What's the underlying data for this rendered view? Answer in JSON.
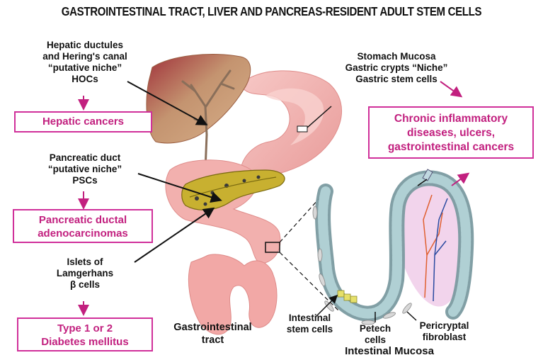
{
  "title": "GASTROINTESTINAL TRACT, LIVER AND PANCREAS-RESIDENT ADULT STEM CELLS",
  "liver_label": [
    "Hepatic ductules",
    "and Hering's canal",
    "“putative niche”",
    "HOCs"
  ],
  "hepatic_outcome": "Hepatic cancers",
  "pancreas_label": [
    "Pancreatic duct",
    "“putative niche”",
    "PSCs"
  ],
  "pancreas_outcome": [
    "Pancreatic ductal",
    "adenocarcinomas"
  ],
  "islets_label": [
    "Islets of",
    "Lamgerhans",
    "β cells"
  ],
  "islets_outcome": [
    "Type 1 or 2",
    "Diabetes mellitus"
  ],
  "stomach_label": [
    "Stomach Mucosa",
    "Gastric crypts “Niche”",
    "Gastric stem cells"
  ],
  "gi_outcome": [
    "Chronic inflammatory",
    "diseases, ulcers,",
    "gastrointestinal cancers"
  ],
  "gi_tract_label": [
    "Gastrointestinal",
    "tract"
  ],
  "intestinal_stem_label": [
    "Intestinal",
    "stem cells"
  ],
  "petech_label": [
    "Petech",
    "cells"
  ],
  "fibroblast_label": [
    "Pericryptal",
    "fibroblast"
  ],
  "mucosa_label": "Intestinal Mucosa",
  "colors": {
    "accent": "#c2207f",
    "box_border": "#d0309a",
    "liver": "#b07a5a",
    "stomach": "#f2b0ae",
    "pancreas": "#c8b030"
  }
}
